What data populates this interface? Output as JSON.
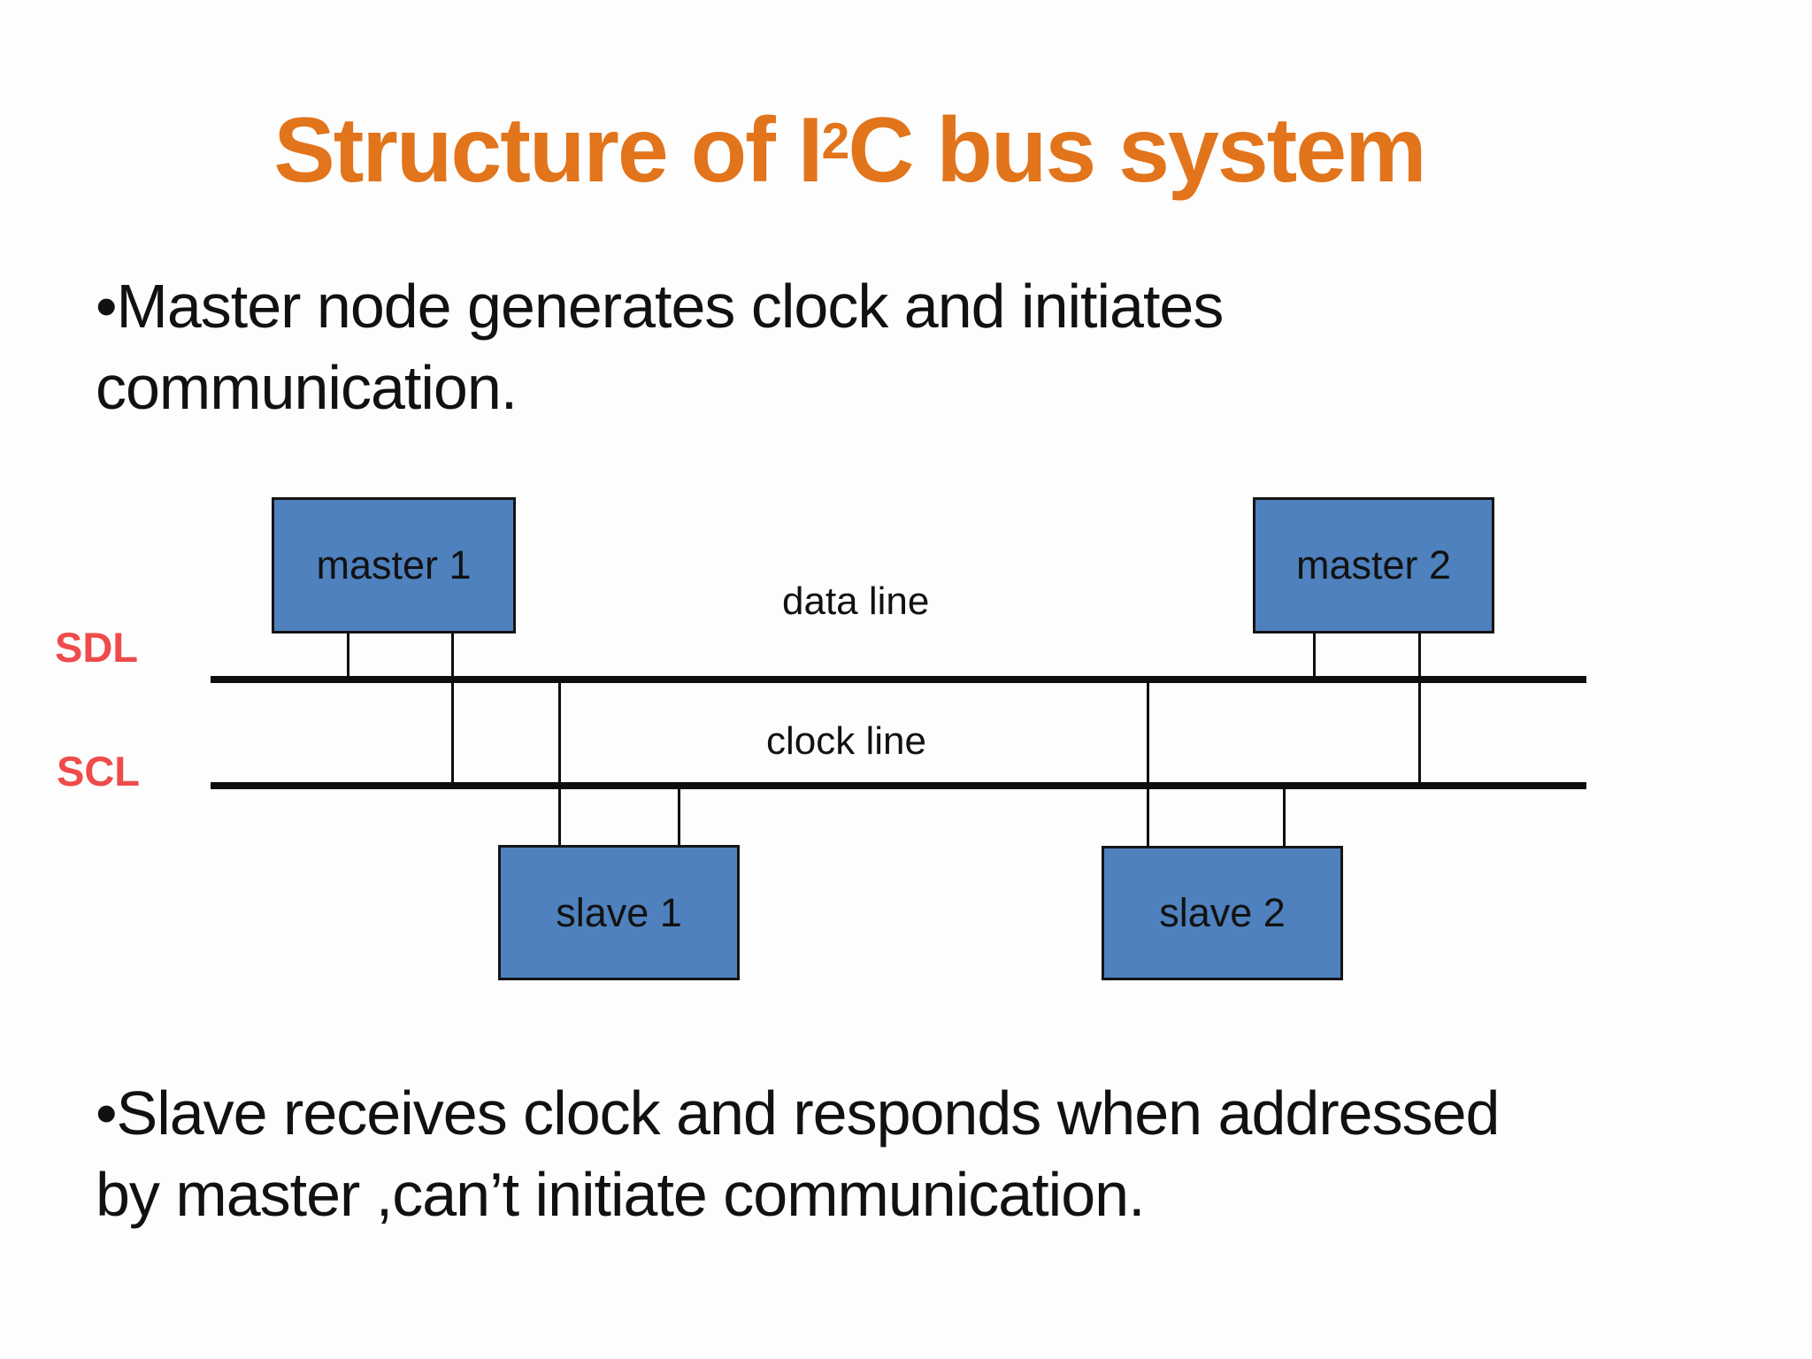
{
  "slide": {
    "title": {
      "text_pre": "Structure of I",
      "superscript": "2",
      "text_post": "C bus system"
    },
    "bullets": {
      "top": "•Master node generates clock and initiates\ncommunication.",
      "bottom": "•Slave receives clock and responds when addressed\nby master ,can’t initiate communication."
    }
  },
  "diagram": {
    "nodes": [
      {
        "id": "master-1",
        "label": "master 1"
      },
      {
        "id": "master-2",
        "label": "master 2"
      },
      {
        "id": "slave-1",
        "label": "slave 1"
      },
      {
        "id": "slave-2",
        "label": "slave 2"
      }
    ],
    "bus_lines": [
      {
        "id": "sdl",
        "label": "SDL",
        "caption": "data line"
      },
      {
        "id": "scl",
        "label": "SCL",
        "caption": "clock line"
      }
    ]
  },
  "colors": {
    "title-orange": "#E2741B",
    "label-red": "#EF4B4B",
    "node-blue": "#4E81BD",
    "node-border": "#141414",
    "line-black": "#0E0E0E",
    "text-black": "#111111"
  }
}
